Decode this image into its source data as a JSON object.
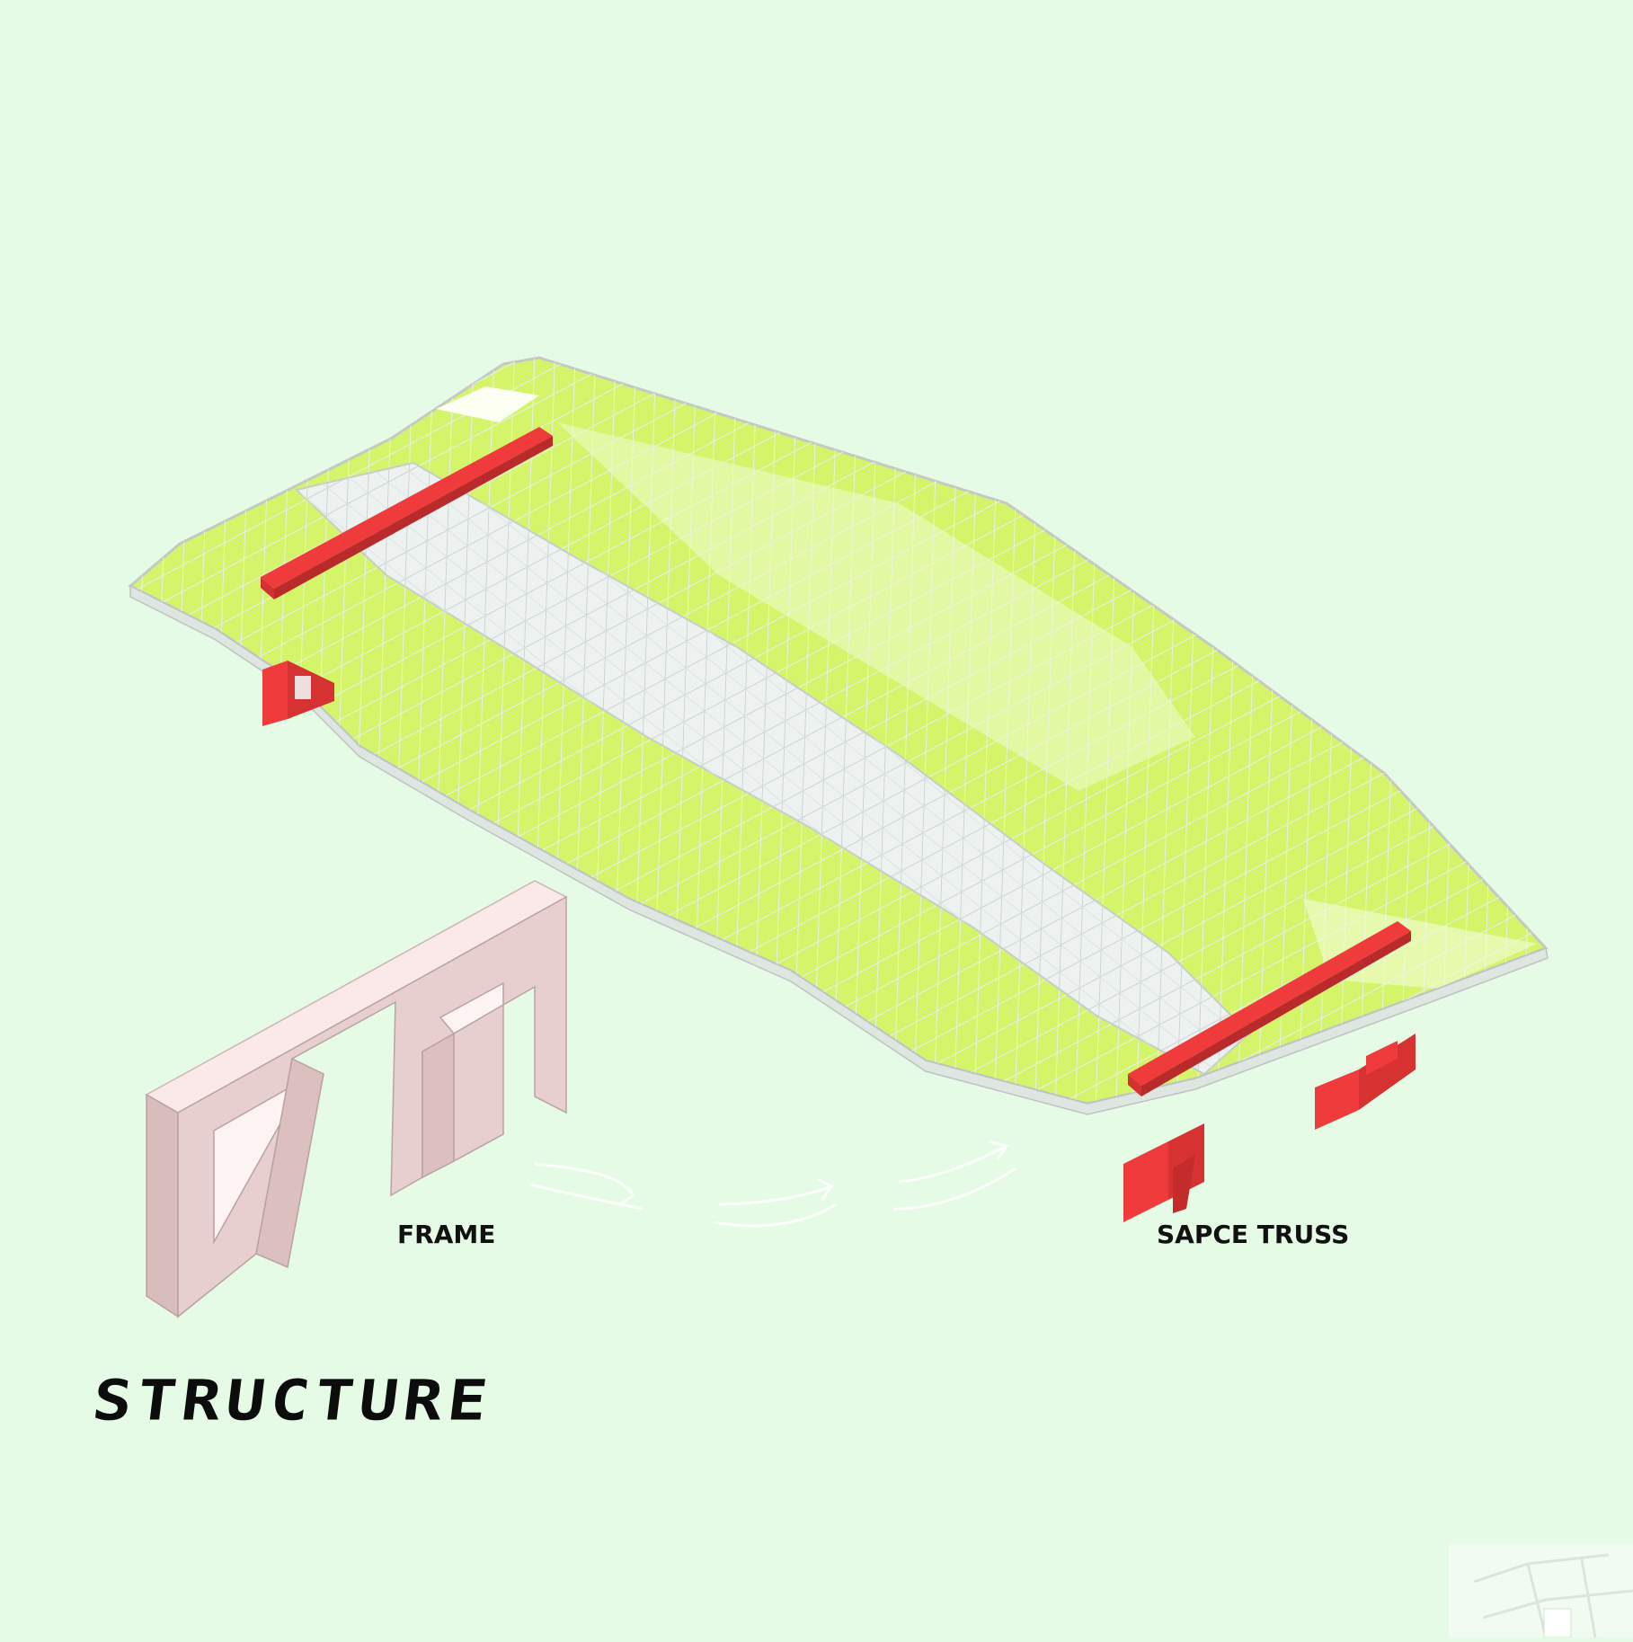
{
  "title": "STRUCTURE",
  "labels": {
    "frame": "FRAME",
    "space_truss": "SAPCE TRUSS"
  },
  "colors": {
    "background": "#e5fbe6",
    "roof_panel": "#d7f76e",
    "truss_grid": "#eef3f0",
    "beam": "#ef3b3b",
    "frame": "#f5dede"
  }
}
